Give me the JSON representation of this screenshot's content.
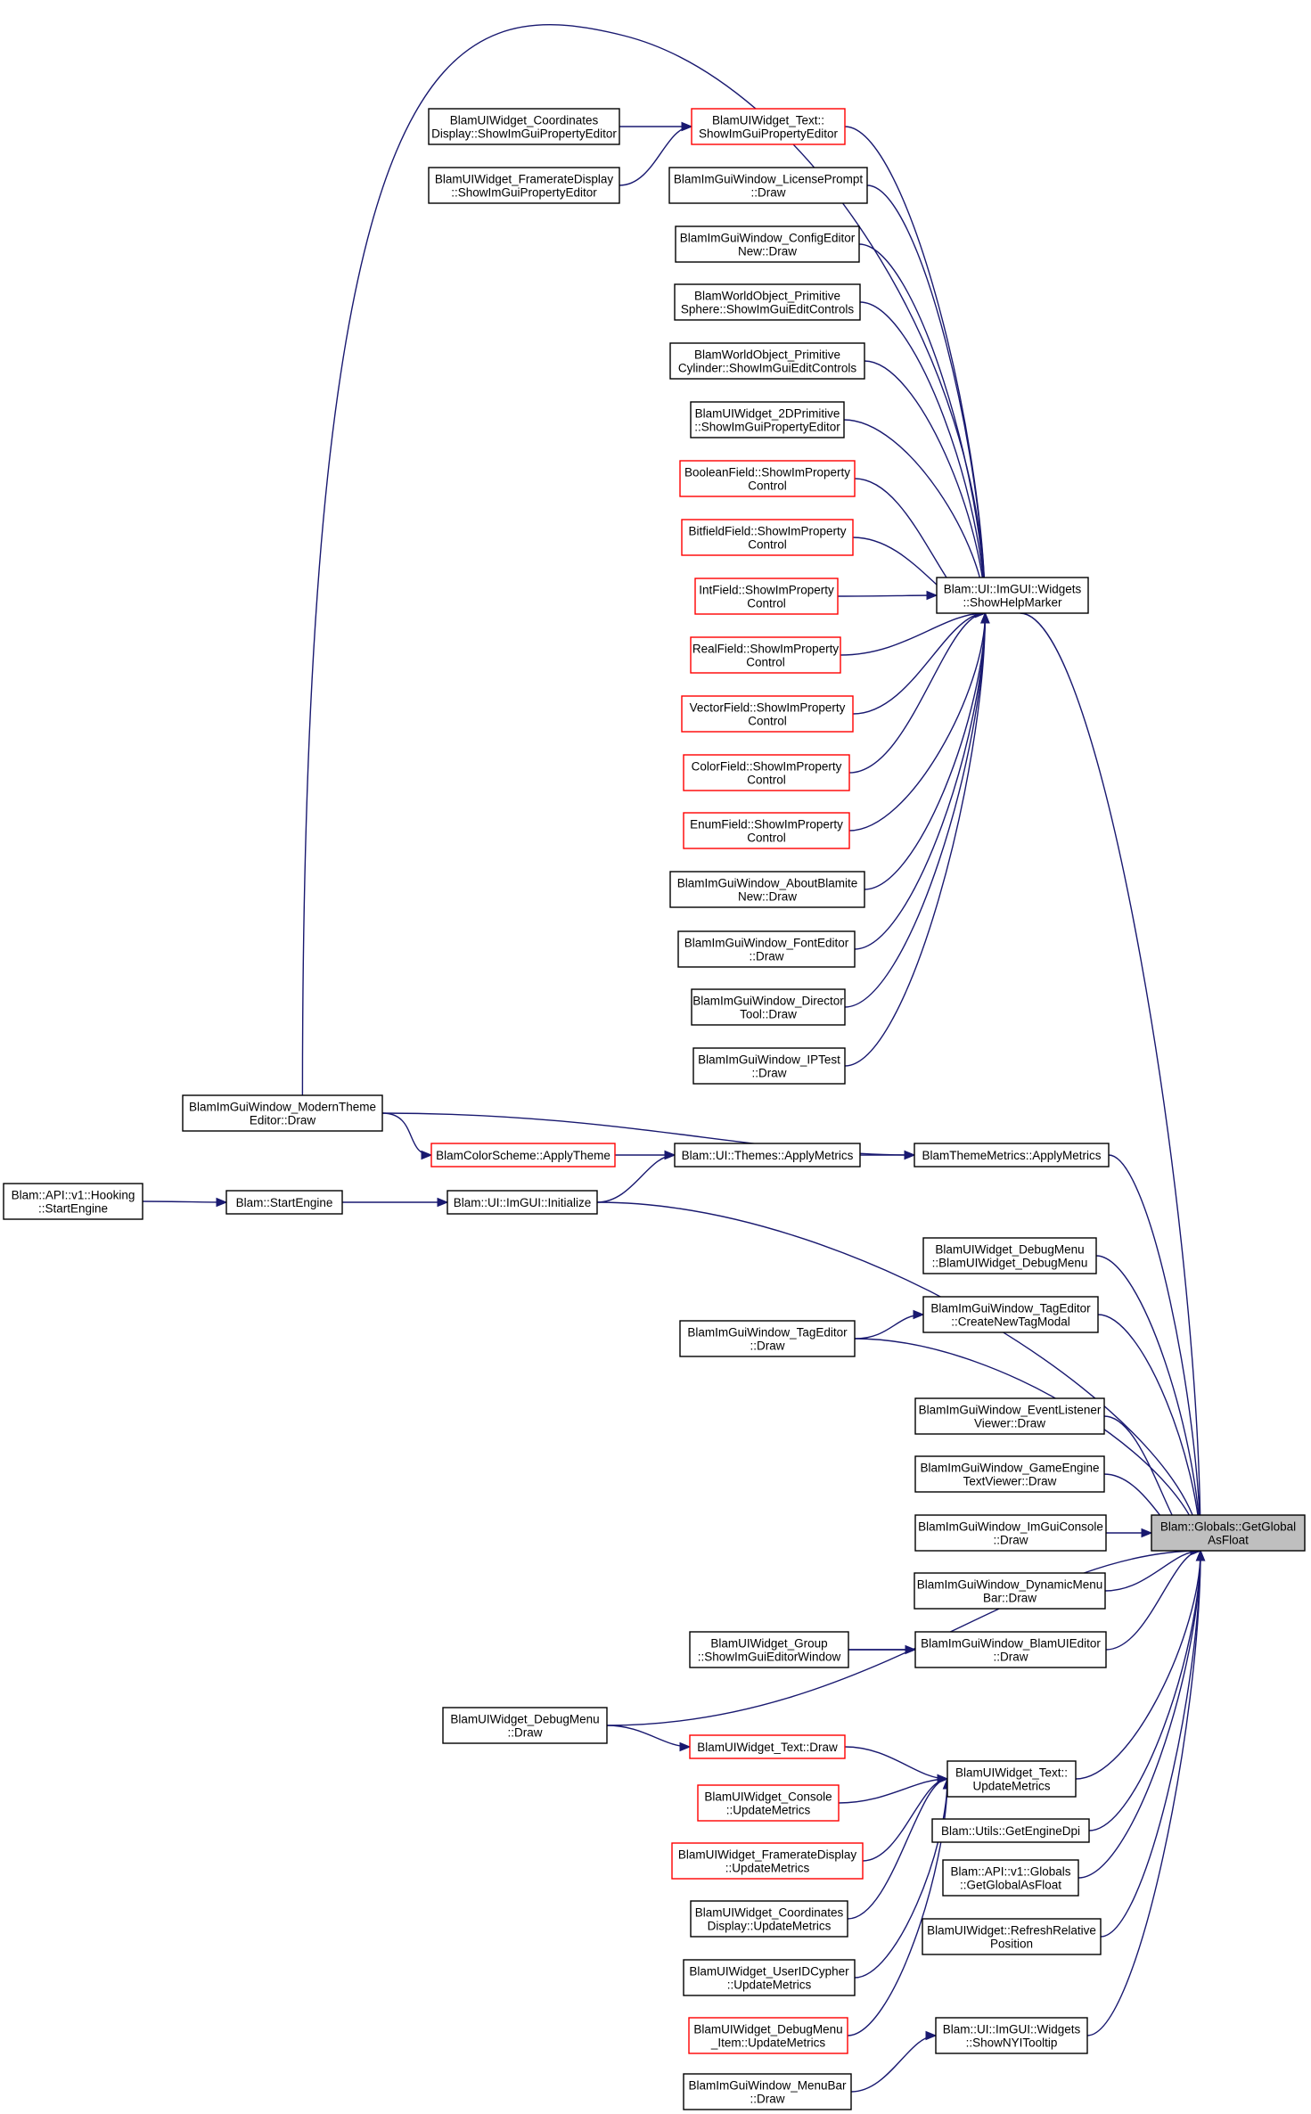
{
  "nodes": [
    {
      "id": "coordDisplay",
      "lines": [
        "BlamUIWidget_Coordinates",
        "Display::ShowImGuiPropertyEditor"
      ],
      "border": "black"
    },
    {
      "id": "textShow",
      "lines": [
        "BlamUIWidget_Text::",
        "ShowImGuiPropertyEditor"
      ],
      "border": "red"
    },
    {
      "id": "framerateShow",
      "lines": [
        "BlamUIWidget_FramerateDisplay",
        "::ShowImGuiPropertyEditor"
      ],
      "border": "black"
    },
    {
      "id": "licensePrompt",
      "lines": [
        "BlamImGuiWindow_LicensePrompt",
        "::Draw"
      ],
      "border": "black"
    },
    {
      "id": "configEditor",
      "lines": [
        "BlamImGuiWindow_ConfigEditor",
        "New::Draw"
      ],
      "border": "black"
    },
    {
      "id": "primSphere",
      "lines": [
        "BlamWorldObject_Primitive",
        "Sphere::ShowImGuiEditControls"
      ],
      "border": "black"
    },
    {
      "id": "primCylinder",
      "lines": [
        "BlamWorldObject_Primitive",
        "Cylinder::ShowImGuiEditControls"
      ],
      "border": "black"
    },
    {
      "id": "prim2D",
      "lines": [
        "BlamUIWidget_2DPrimitive",
        "::ShowImGuiPropertyEditor"
      ],
      "border": "black"
    },
    {
      "id": "boolField",
      "lines": [
        "BooleanField::ShowImProperty",
        "Control"
      ],
      "border": "red"
    },
    {
      "id": "bitField",
      "lines": [
        "BitfieldField::ShowImProperty",
        "Control"
      ],
      "border": "red"
    },
    {
      "id": "intField",
      "lines": [
        "IntField::ShowImProperty",
        "Control"
      ],
      "border": "red"
    },
    {
      "id": "realField",
      "lines": [
        "RealField::ShowImProperty",
        "Control"
      ],
      "border": "red"
    },
    {
      "id": "vectorField",
      "lines": [
        "VectorField::ShowImProperty",
        "Control"
      ],
      "border": "red"
    },
    {
      "id": "colorField",
      "lines": [
        "ColorField::ShowImProperty",
        "Control"
      ],
      "border": "red"
    },
    {
      "id": "enumField",
      "lines": [
        "EnumField::ShowImProperty",
        "Control"
      ],
      "border": "red"
    },
    {
      "id": "aboutBlamite",
      "lines": [
        "BlamImGuiWindow_AboutBlamite",
        "New::Draw"
      ],
      "border": "black"
    },
    {
      "id": "fontEditor",
      "lines": [
        "BlamImGuiWindow_FontEditor",
        "::Draw"
      ],
      "border": "black"
    },
    {
      "id": "directorTool",
      "lines": [
        "BlamImGuiWindow_Director",
        "Tool::Draw"
      ],
      "border": "black"
    },
    {
      "id": "ipTest",
      "lines": [
        "BlamImGuiWindow_IPTest",
        "::Draw"
      ],
      "border": "black"
    },
    {
      "id": "showHelpMarker",
      "lines": [
        "Blam::UI::ImGUI::Widgets",
        "::ShowHelpMarker"
      ],
      "border": "black"
    },
    {
      "id": "modernTheme",
      "lines": [
        "BlamImGuiWindow_ModernTheme",
        "Editor::Draw"
      ],
      "border": "black"
    },
    {
      "id": "colorScheme",
      "lines": [
        "BlamColorScheme::ApplyTheme"
      ],
      "border": "red"
    },
    {
      "id": "themesApply",
      "lines": [
        "Blam::UI::Themes::ApplyMetrics"
      ],
      "border": "black"
    },
    {
      "id": "themeMetrics",
      "lines": [
        "BlamThemeMetrics::ApplyMetrics"
      ],
      "border": "black"
    },
    {
      "id": "apiHooking",
      "lines": [
        "Blam::API::v1::Hooking",
        "::StartEngine"
      ],
      "border": "black"
    },
    {
      "id": "startEngine",
      "lines": [
        "Blam::StartEngine"
      ],
      "border": "black"
    },
    {
      "id": "imguiInit",
      "lines": [
        "Blam::UI::ImGUI::Initialize"
      ],
      "border": "black"
    },
    {
      "id": "debugMenuCtor",
      "lines": [
        "BlamUIWidget_DebugMenu",
        "::BlamUIWidget_DebugMenu"
      ],
      "border": "black"
    },
    {
      "id": "tagEditorModal",
      "lines": [
        "BlamImGuiWindow_TagEditor",
        "::CreateNewTagModal"
      ],
      "border": "black"
    },
    {
      "id": "tagEditorDraw",
      "lines": [
        "BlamImGuiWindow_TagEditor",
        "::Draw"
      ],
      "border": "black"
    },
    {
      "id": "eventListener",
      "lines": [
        "BlamImGuiWindow_EventListener",
        "Viewer::Draw"
      ],
      "border": "black"
    },
    {
      "id": "gameEngineText",
      "lines": [
        "BlamImGuiWindow_GameEngine",
        "TextViewer::Draw"
      ],
      "border": "black"
    },
    {
      "id": "imguiConsole",
      "lines": [
        "BlamImGuiWindow_ImGuiConsole",
        "::Draw"
      ],
      "border": "black"
    },
    {
      "id": "dynamicMenu",
      "lines": [
        "BlamImGuiWindow_DynamicMenu",
        "Bar::Draw"
      ],
      "border": "black"
    },
    {
      "id": "getGlobal",
      "lines": [
        "Blam::Globals::GetGlobal",
        "AsFloat"
      ],
      "border": "target"
    },
    {
      "id": "groupEditor",
      "lines": [
        "BlamUIWidget_Group",
        "::ShowImGuiEditorWindow"
      ],
      "border": "black"
    },
    {
      "id": "blamUIEditor",
      "lines": [
        "BlamImGuiWindow_BlamUIEditor",
        "::Draw"
      ],
      "border": "black"
    },
    {
      "id": "debugMenuDraw",
      "lines": [
        "BlamUIWidget_DebugMenu",
        "::Draw"
      ],
      "border": "black"
    },
    {
      "id": "textDraw",
      "lines": [
        "BlamUIWidget_Text::Draw"
      ],
      "border": "red"
    },
    {
      "id": "textUpdate",
      "lines": [
        "BlamUIWidget_Text::",
        "UpdateMetrics"
      ],
      "border": "black"
    },
    {
      "id": "consoleUpdate",
      "lines": [
        "BlamUIWidget_Console",
        "::UpdateMetrics"
      ],
      "border": "red"
    },
    {
      "id": "framerateUpdate",
      "lines": [
        "BlamUIWidget_FramerateDisplay",
        "::UpdateMetrics"
      ],
      "border": "red"
    },
    {
      "id": "coordUpdate",
      "lines": [
        "BlamUIWidget_Coordinates",
        "Display::UpdateMetrics"
      ],
      "border": "black"
    },
    {
      "id": "userIDUpdate",
      "lines": [
        "BlamUIWidget_UserIDCypher",
        "::UpdateMetrics"
      ],
      "border": "black"
    },
    {
      "id": "debugMenuItemUpdate",
      "lines": [
        "BlamUIWidget_DebugMenu",
        "_Item::UpdateMetrics"
      ],
      "border": "red"
    },
    {
      "id": "menuBarDraw",
      "lines": [
        "BlamImGuiWindow_MenuBar",
        "::Draw"
      ],
      "border": "black"
    },
    {
      "id": "engineDpi",
      "lines": [
        "Blam::Utils::GetEngineDpi"
      ],
      "border": "black"
    },
    {
      "id": "apiGlobals",
      "lines": [
        "Blam::API::v1::Globals",
        "::GetGlobalAsFloat"
      ],
      "border": "black"
    },
    {
      "id": "refreshRelative",
      "lines": [
        "BlamUIWidget::RefreshRelative",
        "Position"
      ],
      "border": "black"
    },
    {
      "id": "showNYI",
      "lines": [
        "Blam::UI::ImGUI::Widgets",
        "::ShowNYITooltip"
      ],
      "border": "black"
    }
  ],
  "edges": [
    [
      "coordDisplay",
      "textShow"
    ],
    [
      "framerateShow",
      "textShow"
    ],
    [
      "textShow",
      "showHelpMarker"
    ],
    [
      "modernTheme",
      "showHelpMarker"
    ],
    [
      "licensePrompt",
      "showHelpMarker"
    ],
    [
      "configEditor",
      "showHelpMarker"
    ],
    [
      "primSphere",
      "showHelpMarker"
    ],
    [
      "primCylinder",
      "showHelpMarker"
    ],
    [
      "prim2D",
      "showHelpMarker"
    ],
    [
      "boolField",
      "showHelpMarker"
    ],
    [
      "bitField",
      "showHelpMarker"
    ],
    [
      "intField",
      "showHelpMarker"
    ],
    [
      "realField",
      "showHelpMarker"
    ],
    [
      "vectorField",
      "showHelpMarker"
    ],
    [
      "colorField",
      "showHelpMarker"
    ],
    [
      "enumField",
      "showHelpMarker"
    ],
    [
      "aboutBlamite",
      "showHelpMarker"
    ],
    [
      "fontEditor",
      "showHelpMarker"
    ],
    [
      "directorTool",
      "showHelpMarker"
    ],
    [
      "ipTest",
      "showHelpMarker"
    ],
    [
      "modernTheme",
      "colorScheme"
    ],
    [
      "colorScheme",
      "themesApply"
    ],
    [
      "modernTheme",
      "themeMetrics"
    ],
    [
      "themesApply",
      "themeMetrics"
    ],
    [
      "imguiInit",
      "themesApply"
    ],
    [
      "apiHooking",
      "startEngine"
    ],
    [
      "startEngine",
      "imguiInit"
    ],
    [
      "tagEditorDraw",
      "tagEditorModal"
    ],
    [
      "blamUIEditor",
      "groupEditor"
    ],
    [
      "groupEditor",
      "blamUIEditor"
    ],
    [
      "debugMenuDraw",
      "textDraw"
    ],
    [
      "textDraw",
      "textUpdate"
    ],
    [
      "consoleUpdate",
      "textUpdate"
    ],
    [
      "framerateUpdate",
      "textUpdate"
    ],
    [
      "coordUpdate",
      "textUpdate"
    ],
    [
      "userIDUpdate",
      "textUpdate"
    ],
    [
      "debugMenuItemUpdate",
      "textUpdate"
    ],
    [
      "menuBarDraw",
      "showNYI"
    ],
    [
      "showHelpMarker",
      "getGlobal"
    ],
    [
      "themeMetrics",
      "getGlobal"
    ],
    [
      "imguiInit",
      "getGlobal"
    ],
    [
      "debugMenuCtor",
      "getGlobal"
    ],
    [
      "tagEditorModal",
      "getGlobal"
    ],
    [
      "tagEditorDraw",
      "getGlobal"
    ],
    [
      "eventListener",
      "getGlobal"
    ],
    [
      "gameEngineText",
      "getGlobal"
    ],
    [
      "imguiConsole",
      "getGlobal"
    ],
    [
      "dynamicMenu",
      "getGlobal"
    ],
    [
      "blamUIEditor",
      "getGlobal"
    ],
    [
      "debugMenuDraw",
      "getGlobal"
    ],
    [
      "textUpdate",
      "getGlobal"
    ],
    [
      "engineDpi",
      "getGlobal"
    ],
    [
      "apiGlobals",
      "getGlobal"
    ],
    [
      "refreshRelative",
      "getGlobal"
    ],
    [
      "showNYI",
      "getGlobal"
    ]
  ]
}
